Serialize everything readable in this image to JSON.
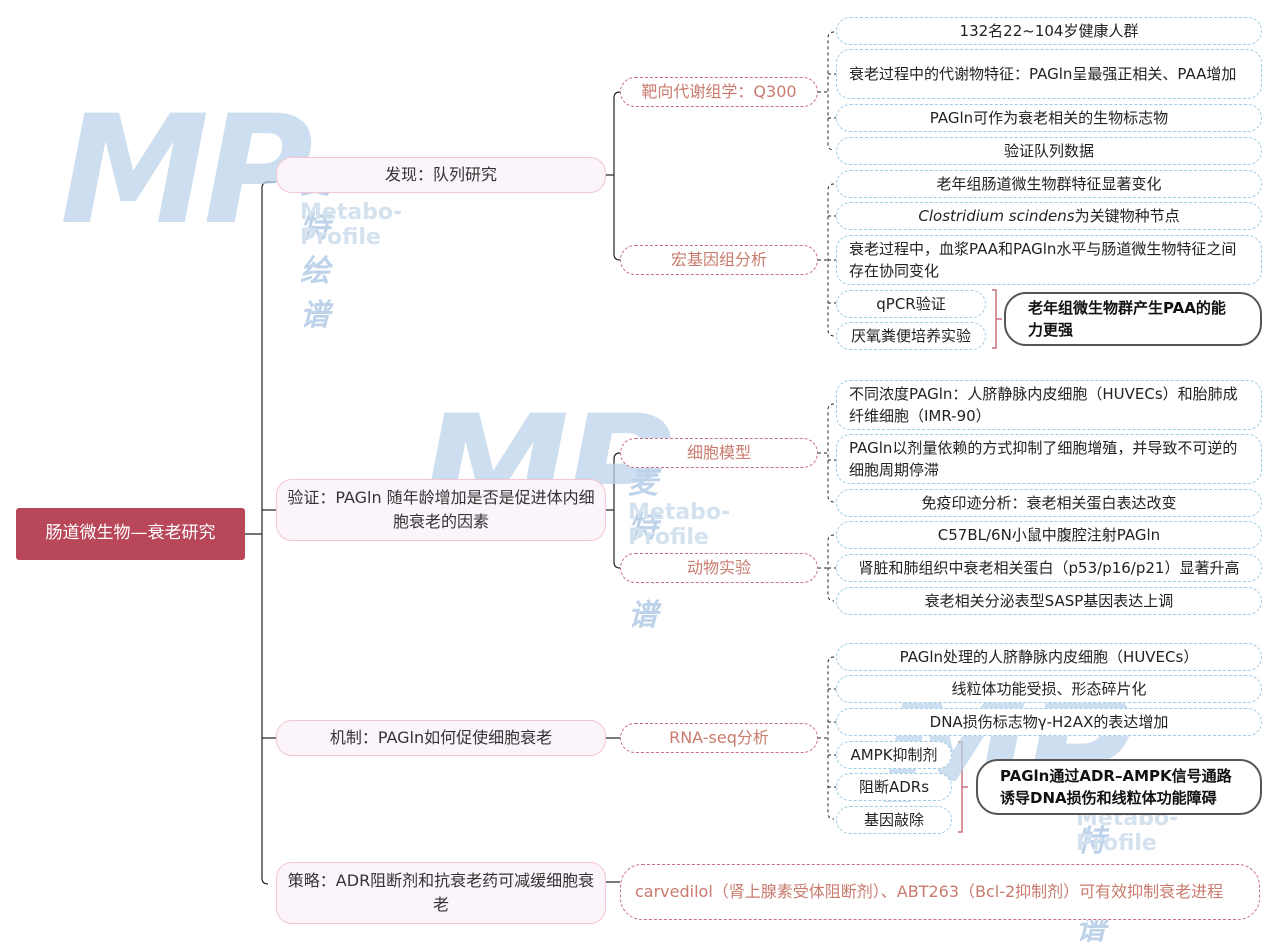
{
  "root": "肠道微生物—衰老研究",
  "watermark": {
    "mark": "MP",
    "cn": "麦特绘谱",
    "en": "Metabo-Profile"
  },
  "b1": {
    "label": "发现：队列研究",
    "s1": {
      "label": "靶向代谢组学：Q300",
      "leaves": [
        "132名22~104岁健康人群",
        "衰老过程中的代谢物特征：PAGln呈最强正相关、PAA增加",
        "PAGln可作为衰老相关的生物标志物",
        "验证队列数据"
      ]
    },
    "s2": {
      "label": "宏基因组分析",
      "leaves": [
        "老年组肠道微生物群特征显著变化",
        "为关键物种节点",
        "衰老过程中，血浆PAA和PAGln水平与肠道微生物特征之间存在协同变化",
        "qPCR验证",
        "厌氧粪便培养实验"
      ],
      "species": "Clostridium scindens",
      "summary": "老年组微生物群产生PAA的能力更强"
    }
  },
  "b2": {
    "label": "验证：PAGln 随年龄增加是否是促进体内细胞衰老的因素",
    "s1": {
      "label": "细胞模型",
      "leaves": [
        "不同浓度PAGln：人脐静脉内皮细胞（HUVECs）和胎肺成纤维细胞（IMR-90）",
        "PAGln以剂量依赖的方式抑制了细胞增殖，并导致不可逆的细胞周期停滞",
        "免疫印迹分析：衰老相关蛋白表达改变"
      ]
    },
    "s2": {
      "label": "动物实验",
      "leaves": [
        "C57BL/6N小鼠中腹腔注射PAGln",
        "肾脏和肺组织中衰老相关蛋白（p53/p16/p21）显著升高",
        "衰老相关分泌表型SASP基因表达上调"
      ]
    }
  },
  "b3": {
    "label": "机制：PAGln如何促使细胞衰老",
    "s1": {
      "label": "RNA-seq分析",
      "leaves": [
        "PAGln处理的人脐静脉内皮细胞（HUVECs）",
        "线粒体功能受损、形态碎片化",
        "DNA损伤标志物γ-H2AX的表达增加",
        "AMPK抑制剂",
        "阻断ADRs",
        "基因敲除"
      ],
      "summary": "PAGln通过ADR–AMPK信号通路诱导DNA损伤和线粒体功能障碍"
    }
  },
  "b4": {
    "label": "策略：ADR阻断剂和抗衰老药可减缓细胞衰老",
    "note": "carvedilol（肾上腺素受体阻断剂）、ABT263（Bcl-2抑制剂）可有效抑制衰老进程"
  },
  "colors": {
    "root": "#b8475a",
    "l2_border": "#c9707c",
    "leaf_border": "#9ccbe6",
    "bracket": "#c9707c",
    "line": "#222222"
  }
}
